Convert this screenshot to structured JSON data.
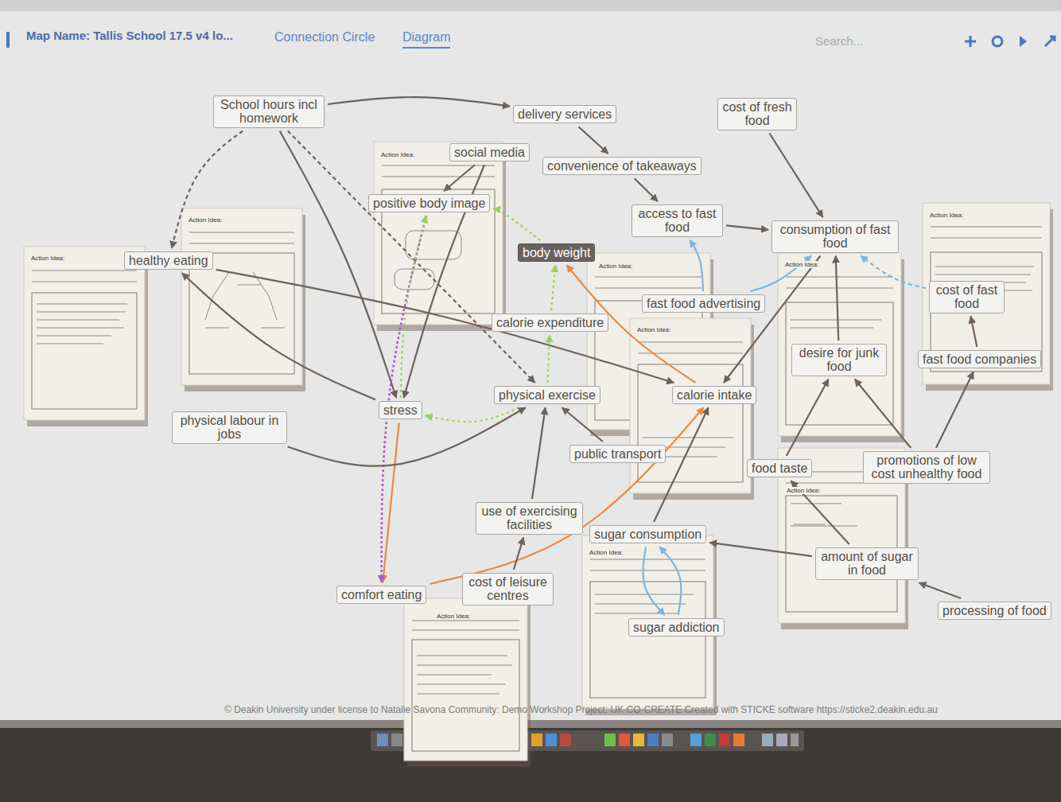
{
  "diagram": {
    "title": "Map Name: Tallis School 17.5 v4 lo...",
    "nodes": [
      {
        "text": [
          "School hours incl homework"
        ]
      },
      {
        "text": [
          "delivery services"
        ]
      },
      {
        "text": [
          "cost of fresh food"
        ]
      },
      {
        "text": [
          "social media"
        ]
      },
      {
        "text": [
          "convenience of takeaways"
        ]
      },
      {
        "text": [
          "positive body image"
        ]
      },
      {
        "text": [
          "access to fast food"
        ]
      },
      {
        "text": [
          "consumption of fast food"
        ]
      },
      {
        "text": [
          "healthy eating"
        ]
      },
      {
        "text": [
          "body weight"
        ]
      },
      {
        "text": [
          "fast food advertising"
        ]
      },
      {
        "text": [
          "cost of fast food"
        ]
      },
      {
        "text": [
          "calorie expenditure"
        ]
      },
      {
        "text": [
          "desire for junk food"
        ]
      },
      {
        "text": [
          "fast food companies"
        ]
      },
      {
        "text": [
          "stress"
        ]
      },
      {
        "text": [
          "physical exercise"
        ]
      },
      {
        "text": [
          "calorie intake"
        ]
      },
      {
        "text": [
          "physical labour in jobs"
        ]
      },
      {
        "text": [
          "public transport"
        ]
      },
      {
        "text": [
          "food taste"
        ]
      },
      {
        "text": [
          "promotions of low cost unhealthy food"
        ]
      },
      {
        "text": [
          "use of exercising facilities"
        ]
      },
      {
        "text": [
          "sugar consumption"
        ]
      },
      {
        "text": [
          "amount of sugar in food"
        ]
      },
      {
        "text": [
          "cost of leisure centres"
        ]
      },
      {
        "text": [
          "comfort eating"
        ]
      },
      {
        "text": [
          "sugar addiction"
        ]
      },
      {
        "text": [
          "processing of food"
        ]
      }
    ],
    "edges": [
      {
        "from": 0,
        "to": 1,
        "arrow": "to"
      },
      {
        "from": 0,
        "to": 8,
        "arrow": "to"
      },
      {
        "from": 0,
        "to": 15,
        "arrow": "to"
      },
      {
        "from": 0,
        "to": 16,
        "arrow": "to"
      },
      {
        "from": 1,
        "to": 4,
        "arrow": "to"
      },
      {
        "from": 4,
        "to": 6,
        "arrow": "to"
      },
      {
        "from": 6,
        "to": 7,
        "arrow": "to"
      },
      {
        "from": 2,
        "to": 7,
        "arrow": "to"
      },
      {
        "from": 3,
        "to": 5,
        "arrow": "to"
      },
      {
        "from": 3,
        "to": 15,
        "arrow": "to"
      },
      {
        "from": 10,
        "to": 7,
        "arrow": "to"
      },
      {
        "from": 10,
        "to": 6,
        "arrow": "to"
      },
      {
        "from": 11,
        "to": 7,
        "arrow": "to"
      },
      {
        "from": 14,
        "to": 11,
        "arrow": "to"
      },
      {
        "from": 21,
        "to": 14,
        "arrow": "to"
      },
      {
        "from": 21,
        "to": 13,
        "arrow": "to"
      },
      {
        "from": 13,
        "to": 7,
        "arrow": "to"
      },
      {
        "from": 20,
        "to": 13,
        "arrow": "to"
      },
      {
        "from": 24,
        "to": 20,
        "arrow": "to"
      },
      {
        "from": 24,
        "to": 23,
        "arrow": "to"
      },
      {
        "from": 28,
        "to": 24,
        "arrow": "to"
      },
      {
        "from": 23,
        "to": 27,
        "arrow": "to"
      },
      {
        "from": 27,
        "to": 23,
        "arrow": "to"
      },
      {
        "from": 23,
        "to": 17,
        "arrow": "to"
      },
      {
        "from": 7,
        "to": 17,
        "arrow": "to"
      },
      {
        "from": 17,
        "to": 9,
        "arrow": "to"
      },
      {
        "from": 26,
        "to": 17,
        "arrow": "to"
      },
      {
        "from": 15,
        "to": 26,
        "arrow": "to"
      },
      {
        "from": 5,
        "to": 26,
        "arrow": "to"
      },
      {
        "from": 9,
        "to": 5,
        "arrow": "to"
      },
      {
        "from": 12,
        "to": 9,
        "arrow": "to"
      },
      {
        "from": 16,
        "to": 12,
        "arrow": "to"
      },
      {
        "from": 16,
        "to": 15,
        "arrow": "to"
      },
      {
        "from": 15,
        "to": 5,
        "arrow": "to"
      },
      {
        "from": 22,
        "to": 16,
        "arrow": "to"
      },
      {
        "from": 25,
        "to": 22,
        "arrow": "to"
      },
      {
        "from": 19,
        "to": 16,
        "arrow": "to"
      },
      {
        "from": 18,
        "to": 16,
        "arrow": "to"
      },
      {
        "from": 8,
        "to": 17,
        "arrow": "to"
      },
      {
        "from": 15,
        "to": 8,
        "arrow": "to"
      }
    ],
    "labels": [
      "Connection Circle",
      "Diagram",
      "Search...",
      "Action Idea:",
      "Action Idea:",
      "Action Idea:",
      "Action Idea:",
      "Action Idea:",
      "Action Idea:",
      "Action Idea:",
      "Action Idea:",
      "Action Idea:",
      "Action Idea:",
      "© Deakin University under license to Natalie Savona Community: Demo Workshop Project: UK CO-CREATE Created with STICKE software https://sticke2.deakin.edu.au"
    ]
  }
}
